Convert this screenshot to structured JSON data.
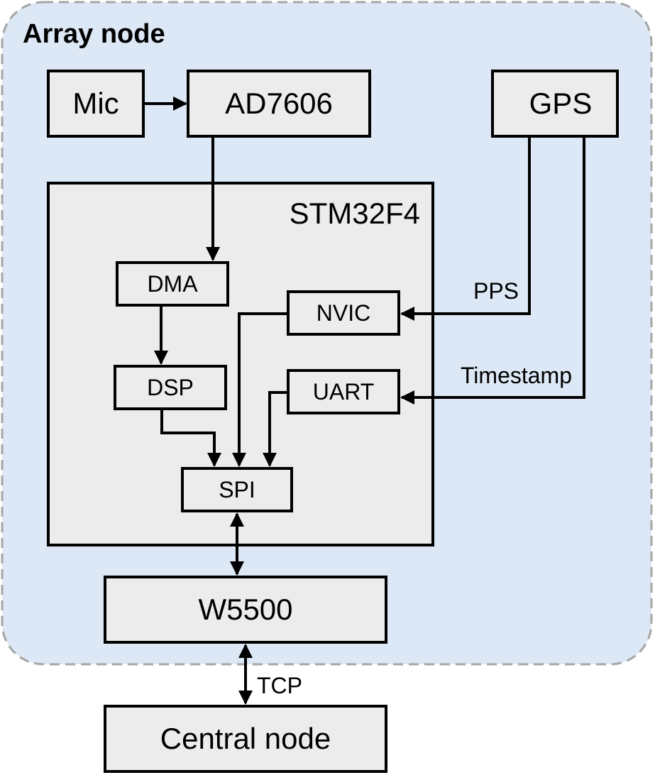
{
  "title": "Array node",
  "blocks": {
    "mic": "Mic",
    "adc": "AD7606",
    "gps": "GPS",
    "mcu": "STM32F4",
    "dma": "DMA",
    "nvic": "NVIC",
    "dsp": "DSP",
    "uart": "UART",
    "spi": "SPI",
    "ethernet": "W5500",
    "central": "Central node"
  },
  "signals": {
    "pps": "PPS",
    "timestamp": "Timestamp",
    "tcp": "TCP"
  },
  "colors": {
    "region_fill": "#dce8f5",
    "region_border": "#a6a6a6",
    "block_fill": "#ececec",
    "line": "#000000"
  }
}
